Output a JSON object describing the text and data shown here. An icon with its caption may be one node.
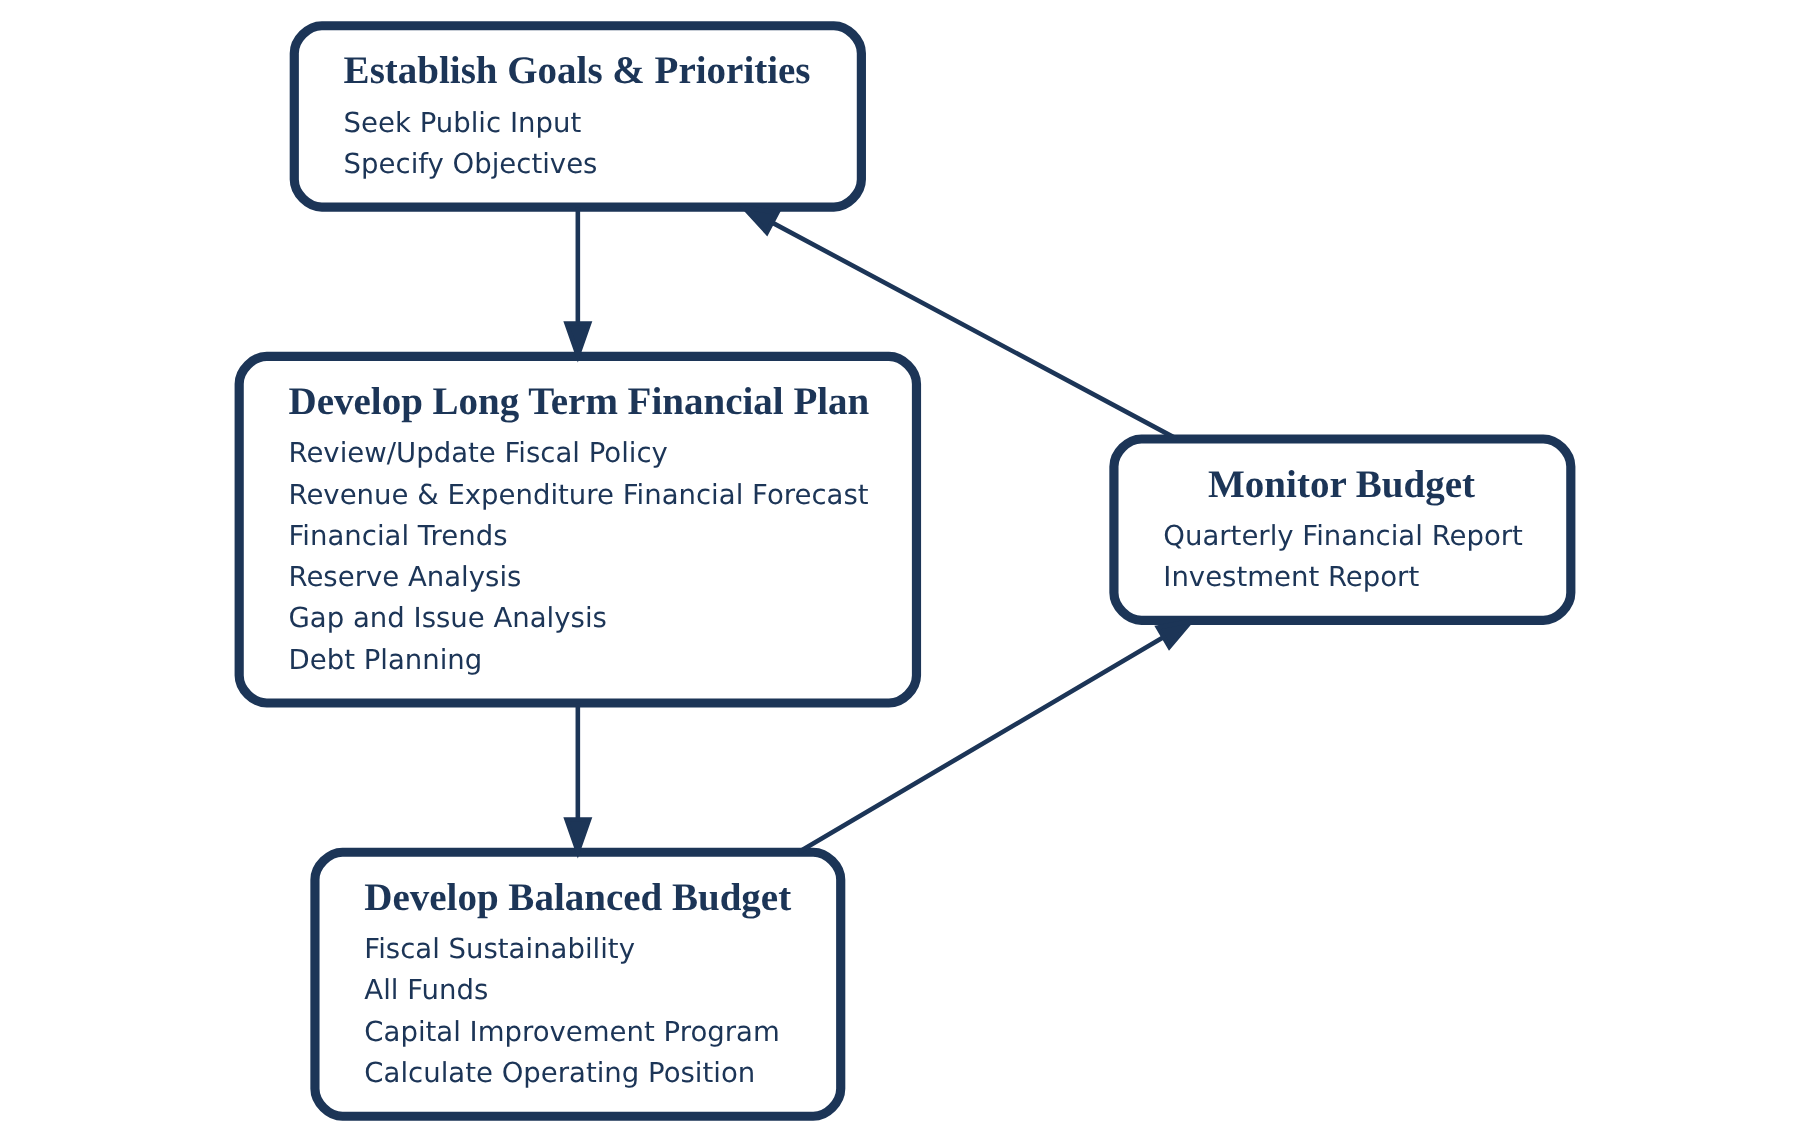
{
  "diagram": {
    "nodes": [
      {
        "text": [
          "Establish Goals & Priorities",
          "Seek Public Input",
          "Specify Objectives"
        ]
      },
      {
        "text": [
          "Develop Long Term Financial Plan",
          "Review/Update Fiscal Policy",
          "Revenue & Expenditure Financial Forecast",
          "Financial Trends",
          "Reserve Analysis",
          "Gap and Issue Analysis",
          "Debt Planning"
        ]
      },
      {
        "text": [
          "Develop Balanced Budget",
          "Fiscal Sustainability",
          "All Funds",
          "Capital Improvement Program",
          "Calculate Operating Position"
        ]
      },
      {
        "text": [
          "Monitor Budget",
          "Quarterly Financial Report",
          "Investment Report"
        ]
      }
    ],
    "edges": [
      {
        "from": 0,
        "to": 1,
        "arrow": "to"
      },
      {
        "from": 1,
        "to": 2,
        "arrow": "to"
      },
      {
        "from": 2,
        "to": 3,
        "arrow": "to"
      },
      {
        "from": 3,
        "to": 0,
        "arrow": "to"
      }
    ]
  }
}
